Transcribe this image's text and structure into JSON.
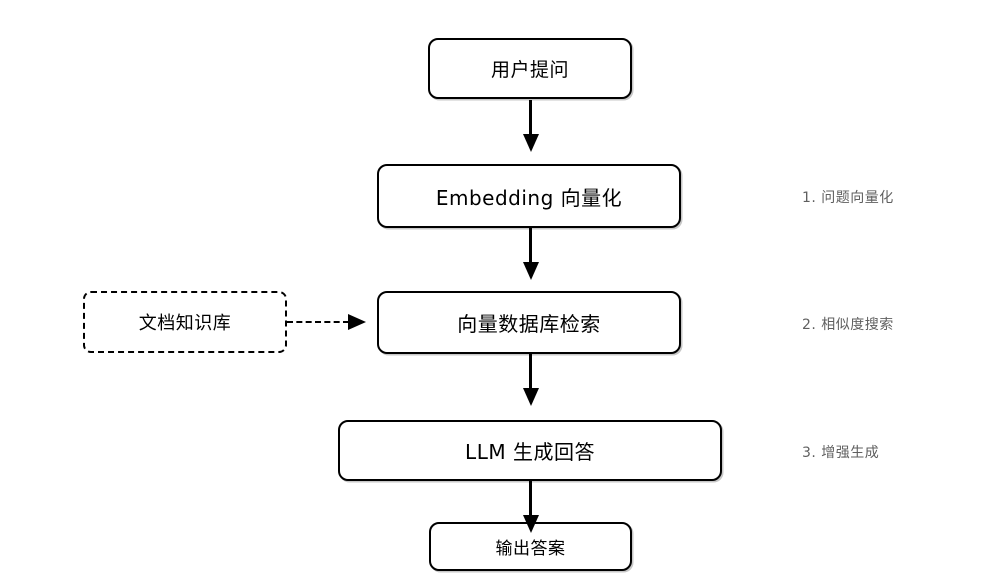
{
  "diagram": {
    "nodes": [
      {
        "id": "user-question",
        "label": "用户提问"
      },
      {
        "id": "embedding",
        "label": "Embedding 向量化"
      },
      {
        "id": "vector-db",
        "label": "向量数据库检索"
      },
      {
        "id": "knowledge-base",
        "label": "文档知识库"
      },
      {
        "id": "llm",
        "label": "LLM 生成回答"
      },
      {
        "id": "output",
        "label": "输出答案"
      }
    ],
    "annotations": [
      {
        "id": "step1",
        "label": "1. 问题向量化"
      },
      {
        "id": "step2",
        "label": "2. 相似度搜索"
      },
      {
        "id": "step3",
        "label": "3. 增强生成"
      }
    ],
    "colors": {
      "line": "#000000",
      "node_background": "#ffffff",
      "annotation_text": "#5f5f5f",
      "page_background": "#ffffff"
    }
  }
}
